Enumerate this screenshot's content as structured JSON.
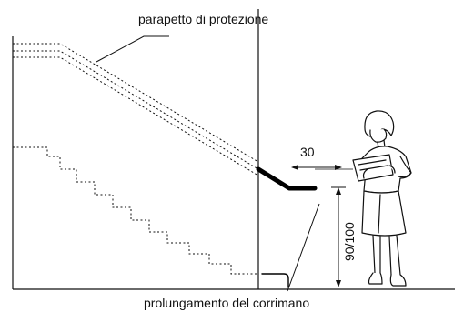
{
  "diagram": {
    "labels": {
      "top_callout": "parapetto di protezione",
      "bottom_callout": "prolungamento del corrimano",
      "horizontal_dimension": "30",
      "vertical_dimension": "90/100"
    },
    "colors": {
      "ink": "#111111",
      "background": "#ffffff"
    }
  }
}
